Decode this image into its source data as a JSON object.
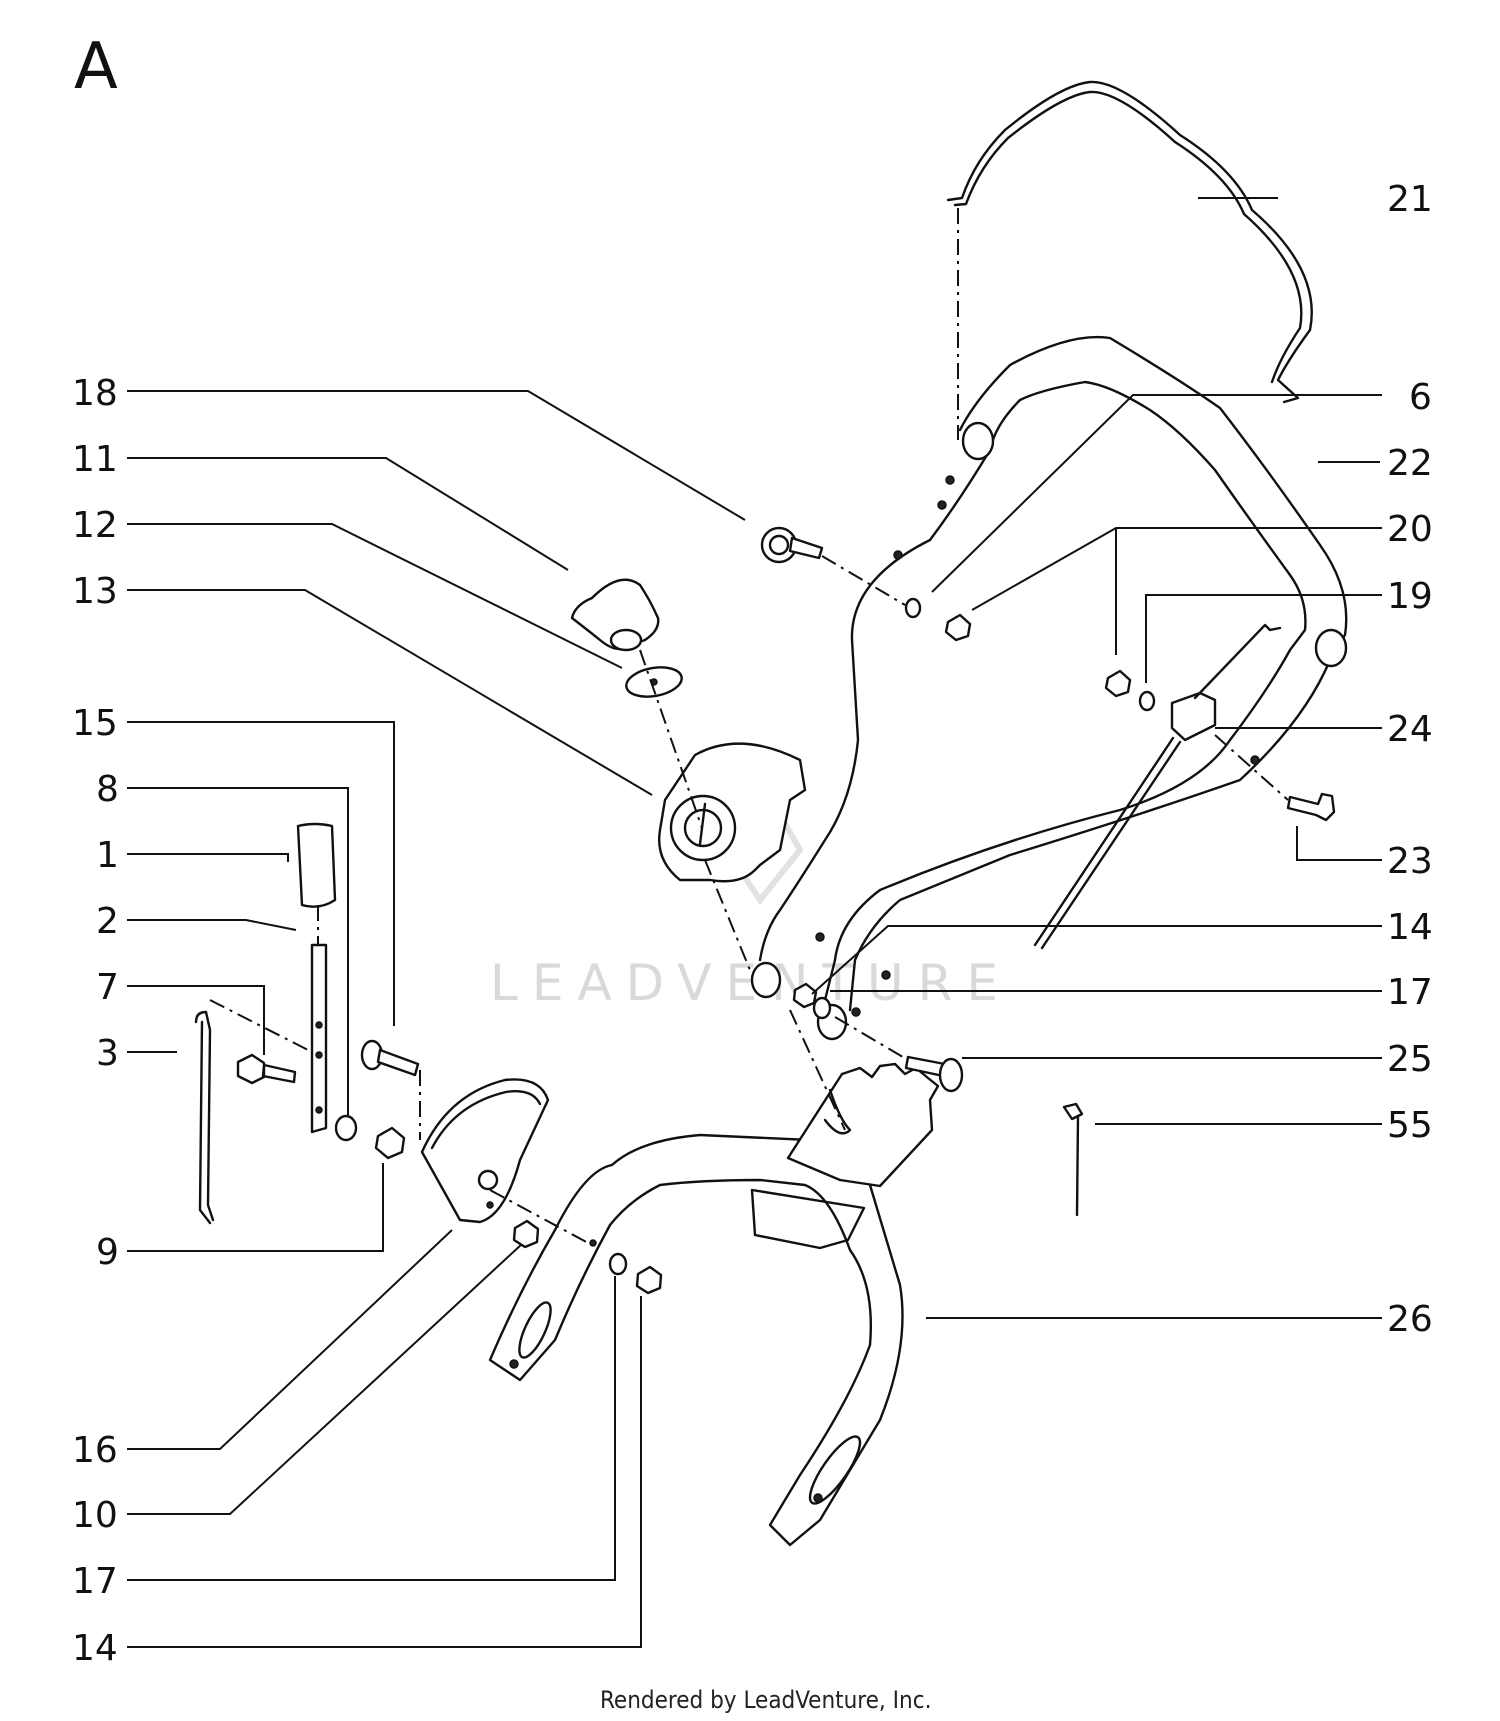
{
  "section_letter": "A",
  "watermark": "LEADVENTURE",
  "footer": "Rendered by LeadVenture, Inc.",
  "callouts": {
    "c21": "21",
    "c18": "18",
    "c6": "6",
    "c11": "11",
    "c22": "22",
    "c12": "12",
    "c20": "20",
    "c13": "13",
    "c19": "19",
    "c15": "15",
    "c24": "24",
    "c8": "8",
    "c1": "1",
    "c23": "23",
    "c2": "2",
    "c14a": "14",
    "c7": "7",
    "c17a": "17",
    "c3": "3",
    "c25": "25",
    "c55": "55",
    "c9": "9",
    "c26": "26",
    "c16": "16",
    "c10": "10",
    "c17b": "17",
    "c14b": "14"
  }
}
